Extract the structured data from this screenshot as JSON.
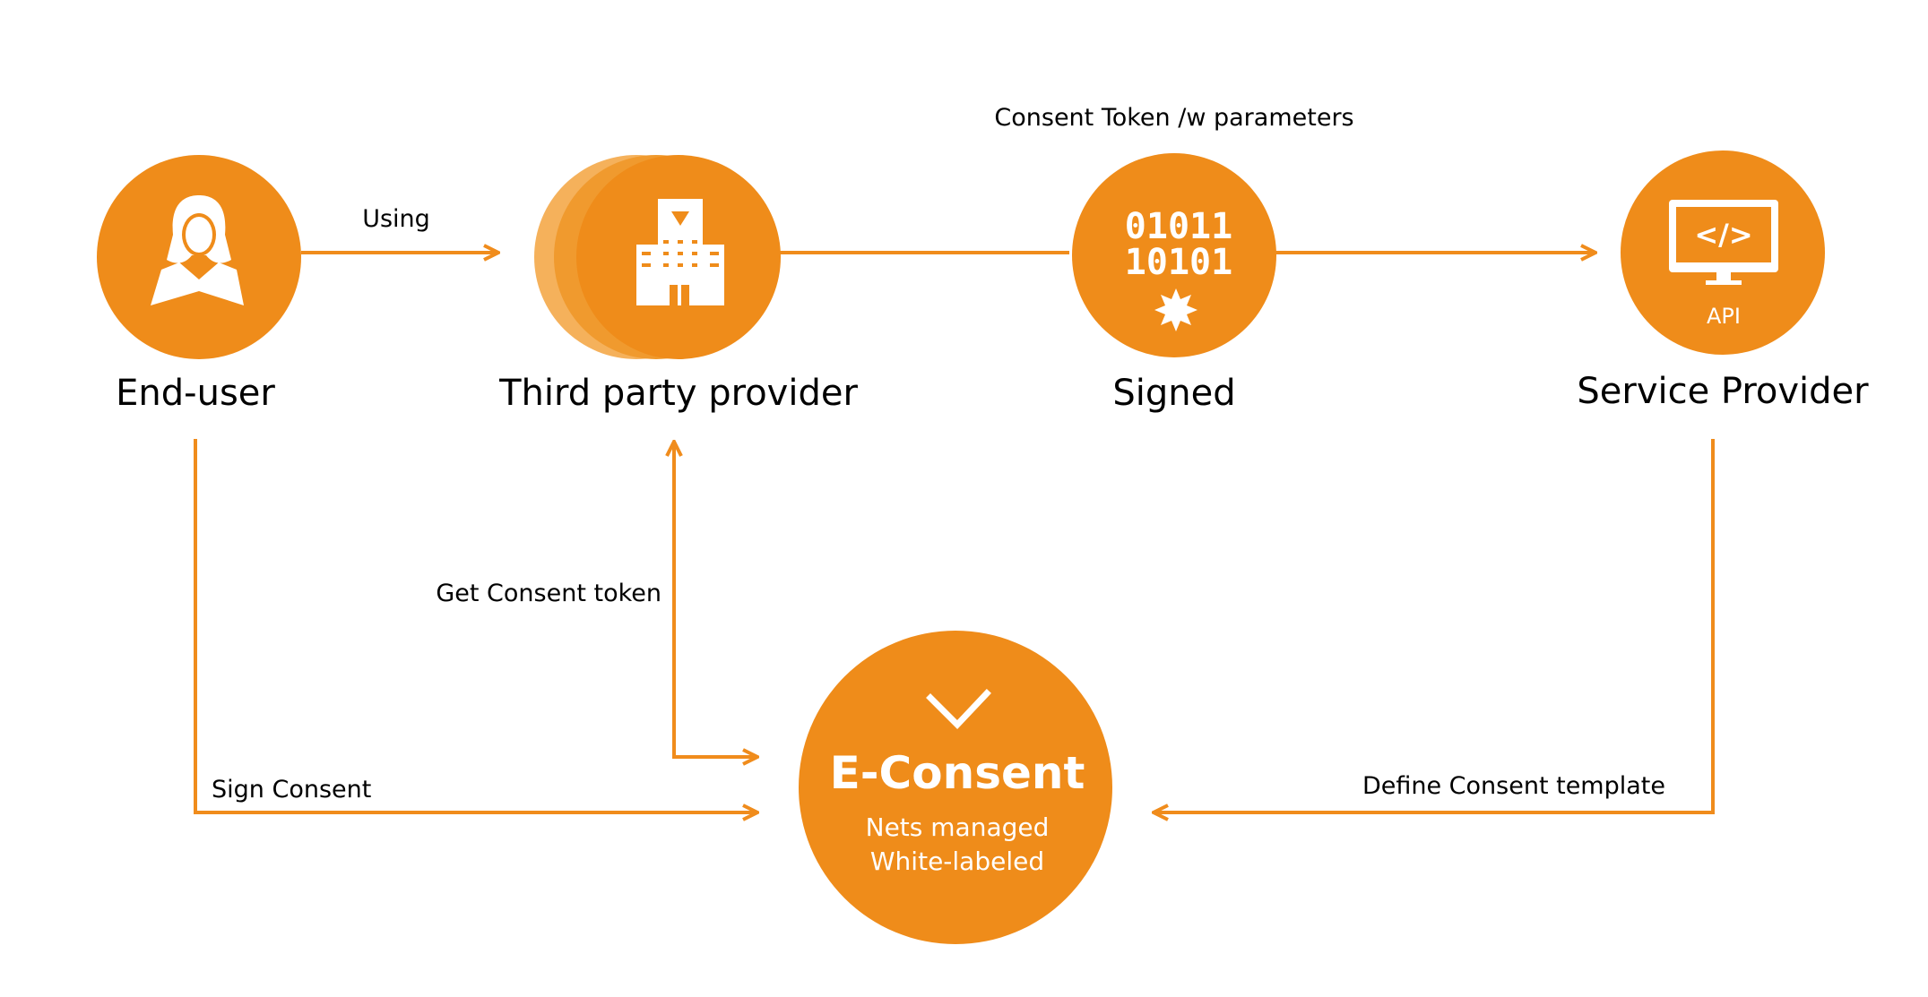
{
  "colors": {
    "accent": "#ef8c1a",
    "accent_light": "#f3a33e",
    "line": "#f08c1c",
    "text": "#000000",
    "icon": "#ffffff"
  },
  "nodes": {
    "end_user": {
      "label": "End-user",
      "icon": "user-icon"
    },
    "third_party": {
      "label": "Third party provider",
      "icon": "building-icon"
    },
    "signed": {
      "label": "Signed",
      "icon": "binary-seal-icon",
      "binary_line1": "01011",
      "binary_line2": "10101"
    },
    "service_provider": {
      "label": "Service Provider",
      "icon": "api-monitor-icon",
      "icon_code": "</>",
      "icon_caption": "API"
    },
    "econsent": {
      "title": "E-Consent",
      "subtitle_line1": "Nets managed",
      "subtitle_line2": "White-labeled",
      "icon": "checkmark-icon"
    }
  },
  "edges": {
    "using": "Using",
    "consent_token": "Consent Token /w parameters",
    "get_consent_token": "Get Consent token",
    "sign_consent": "Sign Consent",
    "define_template": "Define Consent template"
  }
}
